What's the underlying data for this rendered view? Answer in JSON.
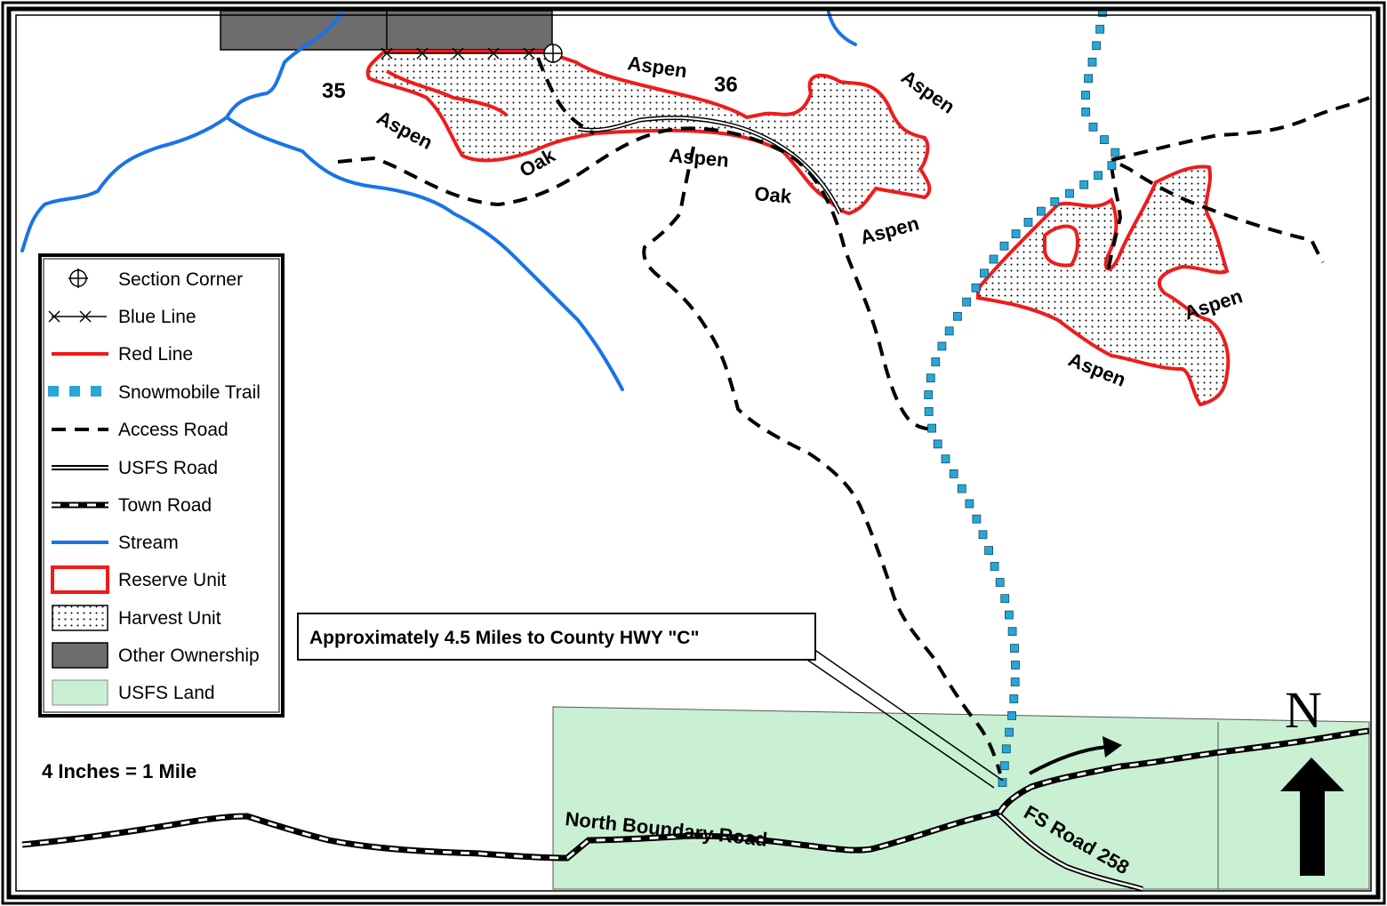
{
  "sections": [
    "35",
    "36"
  ],
  "stand_labels": {
    "aspen_top": "Aspen",
    "aspen_tr": "Aspen",
    "aspen_left": "Aspen",
    "oak_left": "Oak",
    "aspen_mid": "Aspen",
    "oak_mid": "Oak",
    "aspen_right": "Aspen",
    "aspen_east1": "Aspen",
    "aspen_east2": "Aspen"
  },
  "legend": {
    "items": [
      {
        "label": "Section Corner",
        "icon": "section-corner-icon"
      },
      {
        "label": "Blue Line",
        "icon": "blue-line-icon"
      },
      {
        "label": "Red Line",
        "icon": "red-line-icon"
      },
      {
        "label": "Snowmobile Trail",
        "icon": "snowmobile-trail-icon"
      },
      {
        "label": "Access Road",
        "icon": "access-road-icon"
      },
      {
        "label": "USFS Road",
        "icon": "usfs-road-icon"
      },
      {
        "label": "Town Road",
        "icon": "town-road-icon"
      },
      {
        "label": "Stream",
        "icon": "stream-icon"
      },
      {
        "label": "Reserve Unit",
        "icon": "reserve-unit-icon"
      },
      {
        "label": "Harvest Unit",
        "icon": "harvest-unit-icon"
      },
      {
        "label": "Other Ownership",
        "icon": "other-ownership-icon"
      },
      {
        "label": "USFS Land",
        "icon": "usfs-land-icon"
      }
    ]
  },
  "scale": "4 Inches = 1 Mile",
  "callout": "Approximately 4.5 Miles to County HWY \"C\"",
  "roads": {
    "north_boundary": "North Boundary Road",
    "fs_road": "FS Road 258"
  },
  "north": "N",
  "colors": {
    "stream": "#1a73e8",
    "reserve": "#ee1c1c",
    "trail": "#2aa6d6",
    "usfs_land": "#c9f0d3",
    "other_ownership": "#6d6d6d"
  }
}
